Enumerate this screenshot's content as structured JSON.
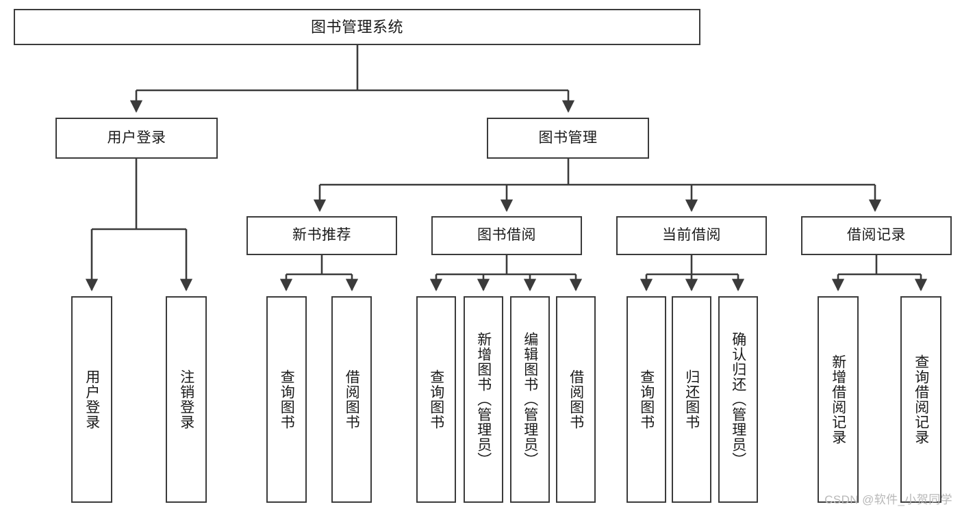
{
  "diagram": {
    "title": "图书管理系统",
    "type": "tree",
    "root": {
      "id": "root",
      "label": "图书管理系统"
    },
    "level2": [
      {
        "id": "user-login",
        "label": "用户登录"
      },
      {
        "id": "book-manage",
        "label": "图书管理"
      }
    ],
    "level3": [
      {
        "id": "new-book-rec",
        "label": "新书推荐",
        "parent": "book-manage"
      },
      {
        "id": "book-borrow",
        "label": "图书借阅",
        "parent": "book-manage"
      },
      {
        "id": "current-borrow",
        "label": "当前借阅",
        "parent": "book-manage"
      },
      {
        "id": "borrow-record",
        "label": "借阅记录",
        "parent": "book-manage"
      }
    ],
    "leaves": [
      {
        "id": "leaf-user-login",
        "label": "用户登录",
        "parent": "user-login"
      },
      {
        "id": "leaf-logout",
        "label": "注销登录",
        "parent": "user-login"
      },
      {
        "id": "leaf-query-book-1",
        "label": "查询图书",
        "parent": "new-book-rec"
      },
      {
        "id": "leaf-borrow-book-1",
        "label": "借阅图书",
        "parent": "new-book-rec"
      },
      {
        "id": "leaf-query-book-2",
        "label": "查询图书",
        "parent": "book-borrow"
      },
      {
        "id": "leaf-add-book",
        "label": "新增图书（管理员）",
        "parent": "book-borrow"
      },
      {
        "id": "leaf-edit-book",
        "label": "编辑图书（管理员）",
        "parent": "book-borrow"
      },
      {
        "id": "leaf-borrow-book-2",
        "label": "借阅图书",
        "parent": "book-borrow"
      },
      {
        "id": "leaf-query-book-3",
        "label": "查询图书",
        "parent": "current-borrow"
      },
      {
        "id": "leaf-return-book",
        "label": "归还图书",
        "parent": "current-borrow"
      },
      {
        "id": "leaf-confirm-return",
        "label": "确认归还（管理员）",
        "parent": "current-borrow"
      },
      {
        "id": "leaf-add-record",
        "label": "新增借阅记录",
        "parent": "borrow-record"
      },
      {
        "id": "leaf-query-record",
        "label": "查询借阅记录",
        "parent": "borrow-record"
      }
    ],
    "colors": {
      "stroke": "#3b3b3b",
      "fill": "#ffffff",
      "text": "#1a1a1a",
      "watermark": "#b8b8b8"
    }
  },
  "watermark": {
    "text": "CSDN @软件_小贺同学"
  }
}
